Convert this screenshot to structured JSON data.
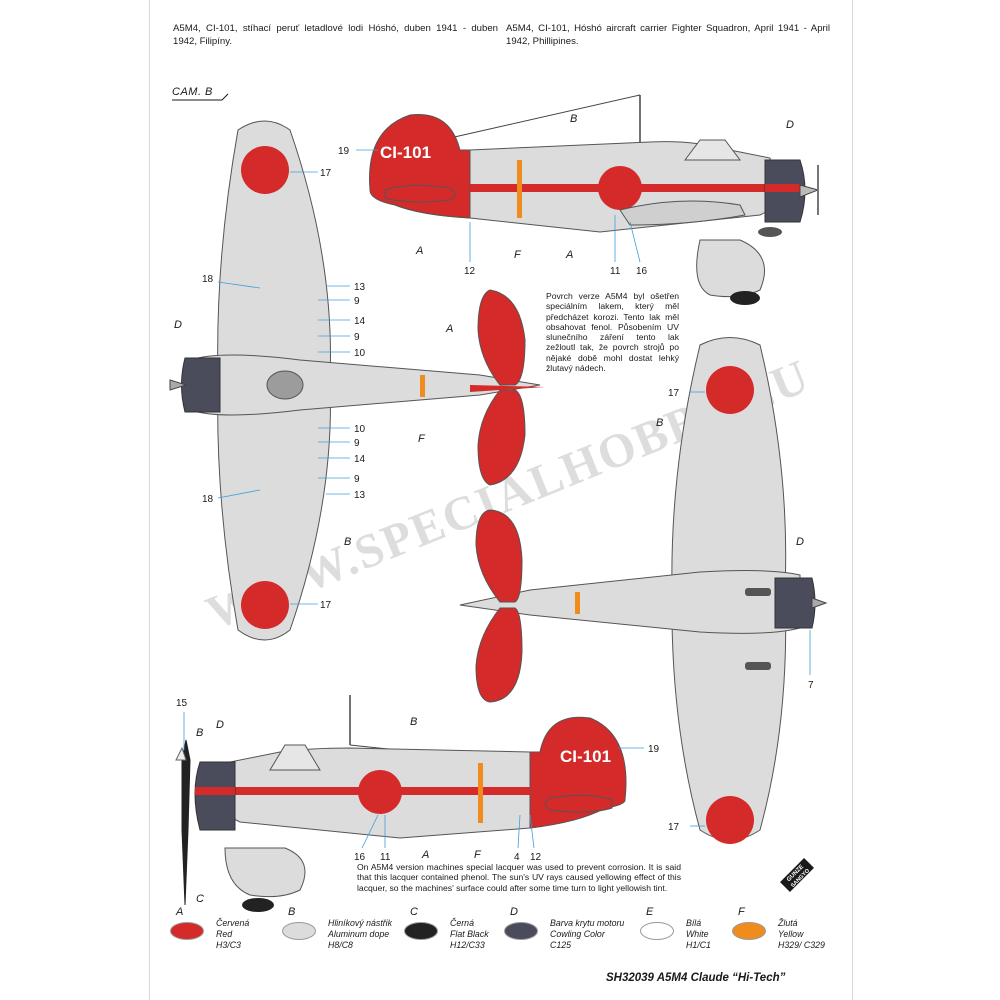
{
  "captions": {
    "cz": "A5M4, CI-101, stíhací peruť letadlové lodi Hóshó, duben 1941 - duben 1942, Filipíny.",
    "en": "A5M4, CI-101, Hóshó aircraft carrier Fighter Squadron, April 1941 - April 1942, Phillipines."
  },
  "camo_label": "CAM. B",
  "aircraft_code": "CI-101",
  "notes": {
    "cz": "Povrch verze A5M4 byl ošetřen speciálním lakem, který měl předcházet korozi. Tento lak měl obsahovat fenol. Působením UV slunečního záření tento lak zežloutl tak, že povrch strojů po nějaké době mohl dostat lehký žlutavý nádech.",
    "en": "On A5M4 version machines special lacquer was used to prevent corrosion. It is said that this lacquer contained phenol. The sun's UV rays caused yellowing effect of this lacquer, so the machines' surface could after some time turn to light yellowish tint."
  },
  "callouts": {
    "n4": "4",
    "n7": "7",
    "n9": "9",
    "n10": "10",
    "n11": "11",
    "n12": "12",
    "n13": "13",
    "n14": "14",
    "n15": "15",
    "n16": "16",
    "n17": "17",
    "n18": "18",
    "n19": "19",
    "A": "A",
    "B": "B",
    "C": "C",
    "D": "D",
    "F": "F"
  },
  "watermark": "WWW.SPECIALHOBBY.EU",
  "legend": [
    {
      "letter": "A",
      "cz": "Červená",
      "en": "Red",
      "code": "H3/C3",
      "color": "#d42a2a"
    },
    {
      "letter": "B",
      "cz": "Hliníkový nástřik",
      "en": "Aluminum dope",
      "code": "H8/C8",
      "color": "#dcdcdc"
    },
    {
      "letter": "C",
      "cz": "Černá",
      "en": "Flat Black",
      "code": "H12/C33",
      "color": "#222222"
    },
    {
      "letter": "D",
      "cz": "Barva krytu motoru",
      "en": "Cowling Color",
      "code": "C125",
      "color": "#4a4c5c"
    },
    {
      "letter": "E",
      "cz": "Bílá",
      "en": "White",
      "code": "H1/C1",
      "color": "#ffffff"
    },
    {
      "letter": "F",
      "cz": "Žlutá",
      "en": "Yellow",
      "code": "H329/ C329",
      "color": "#f08c1e"
    }
  ],
  "logo": {
    "line1": "GUNZE",
    "line2": "SANGYO"
  },
  "footer": "SH32039 A5M4 Claude “Hi-Tech”",
  "colors": {
    "red": "#d42a2a",
    "silver": "#dcdcdc",
    "cowling": "#4a4c5c",
    "yellow": "#f08c1e",
    "black": "#222222"
  }
}
